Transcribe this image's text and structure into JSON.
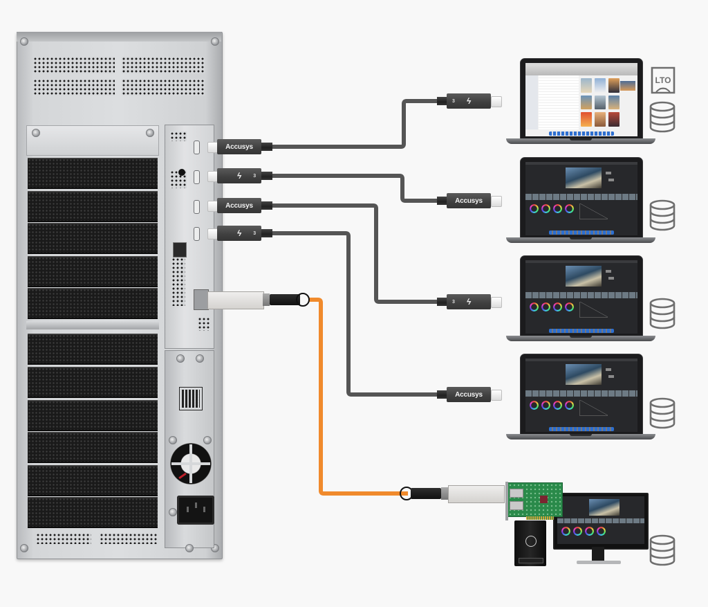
{
  "diagram": {
    "title": "Storage tower connected to four laptops via Thunderbolt 3 and one workstation via QSFP",
    "brand_label": "Accusys",
    "thunderbolt_number": "3",
    "colors": {
      "background": "#f8f8f8",
      "thunderbolt_cable": "#555555",
      "qsfp_cable": "#f08a2c",
      "icon_stroke": "#6e6e6e"
    }
  },
  "storage_tower": {
    "label": "Storage tower rear view",
    "drive_bays": 11,
    "thunderbolt_ports": 4,
    "qsfp_ports": 1
  },
  "connections": [
    {
      "id": "tb1",
      "type": "Thunderbolt 3",
      "host_plug_label": "Accusys",
      "client_plug_label": "3",
      "client_plug_icon": "thunderbolt-icon",
      "target": "laptop-1"
    },
    {
      "id": "tb2",
      "type": "Thunderbolt 3",
      "host_plug_label": "3",
      "host_plug_icon": "thunderbolt-icon",
      "client_plug_label": "Accusys",
      "target": "laptop-2"
    },
    {
      "id": "tb3",
      "type": "Thunderbolt 3",
      "host_plug_label": "Accusys",
      "client_plug_label": "3",
      "client_plug_icon": "thunderbolt-icon",
      "target": "laptop-3"
    },
    {
      "id": "tb4",
      "type": "Thunderbolt 3",
      "host_plug_label": "3",
      "host_plug_icon": "thunderbolt-icon",
      "client_plug_label": "Accusys",
      "target": "laptop-4"
    },
    {
      "id": "qsfp1",
      "type": "QSFP",
      "target": "workstation"
    }
  ],
  "clients": [
    {
      "id": "laptop-1",
      "kind": "laptop",
      "screen": "file-browser",
      "icons": [
        "lto-tape-icon",
        "database-icon"
      ],
      "lto_label": "LTO"
    },
    {
      "id": "laptop-2",
      "kind": "laptop",
      "screen": "color-grading",
      "icons": [
        "database-icon"
      ]
    },
    {
      "id": "laptop-3",
      "kind": "laptop",
      "screen": "color-grading",
      "icons": [
        "database-icon"
      ]
    },
    {
      "id": "laptop-4",
      "kind": "laptop",
      "screen": "color-grading",
      "icons": [
        "database-icon"
      ]
    },
    {
      "id": "workstation",
      "kind": "desktop-with-pcie-card",
      "screen": "color-grading",
      "icons": [
        "database-icon"
      ]
    }
  ]
}
